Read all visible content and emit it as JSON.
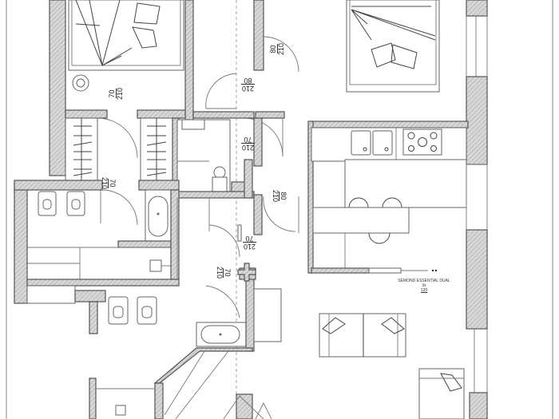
{
  "plan": {
    "type": "architectural-floor-plan",
    "background": "#ffffff",
    "wall_color": "#d0d0d0",
    "line_color": "#555555"
  },
  "door_labels": [
    {
      "id": "bedroom1-door",
      "width": "70",
      "height": "210"
    },
    {
      "id": "corridor-door-top",
      "width": "80",
      "height": "210"
    },
    {
      "id": "bedroom2-door",
      "width": "80",
      "height": "210"
    },
    {
      "id": "corridor-door-mid",
      "width": "70",
      "height": "210"
    },
    {
      "id": "bath1-door",
      "width": "70",
      "height": "210"
    },
    {
      "id": "kitchen-door",
      "width": "80",
      "height": "210"
    },
    {
      "id": "corridor-door-low",
      "width": "70",
      "height": "210"
    },
    {
      "id": "bath2-door",
      "width": "70",
      "height": "210"
    }
  ],
  "annotations": {
    "radiator_note_line1": "SEMOND ESSENTIAL DUAL 3x",
    "radiator_note_line2": "120"
  },
  "rooms": [
    {
      "name": "bedroom-left",
      "fixtures": [
        "double-bed",
        "pillows",
        "round-lamp"
      ]
    },
    {
      "name": "bedroom-right",
      "fixtures": [
        "double-bed",
        "pillows"
      ]
    },
    {
      "name": "wardrobes",
      "fixtures": [
        "wardrobe-left",
        "wardrobe-right"
      ]
    },
    {
      "name": "bathroom-1",
      "fixtures": [
        "toilet",
        "bidet",
        "bathtub",
        "shower-tray"
      ]
    },
    {
      "name": "laundry",
      "fixtures": [
        "washing-machine",
        "utility-sink"
      ]
    },
    {
      "name": "kitchen",
      "fixtures": [
        "double-sink",
        "gas-hob-5",
        "island",
        "stools-3"
      ]
    },
    {
      "name": "bathroom-2",
      "fixtures": [
        "toilet",
        "bidet",
        "bathtub"
      ]
    },
    {
      "name": "living-room",
      "fixtures": [
        "sofa-3-seat",
        "armchair",
        "tv-unit"
      ]
    },
    {
      "name": "hallway",
      "fixtures": []
    }
  ]
}
